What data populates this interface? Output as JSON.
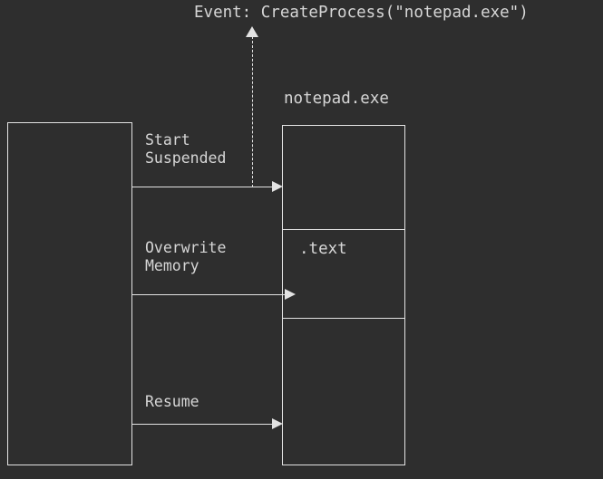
{
  "diagram": {
    "background_color": "#2e2e2e",
    "stroke_color": "#e3e3e3",
    "text_color": "#d6d6d6",
    "event_banner": {
      "text": "Event: CreateProcess(\"notepad.exe\")"
    },
    "host_process": {
      "label": ""
    },
    "target_process": {
      "title": "notepad.exe",
      "sections": [
        {
          "label": ""
        },
        {
          "label": ".text"
        },
        {
          "label": ""
        }
      ]
    },
    "transitions": [
      {
        "label": "Start\nSuspended",
        "line1": "Start",
        "line2": "Suspended"
      },
      {
        "label": "Overwrite\nMemory",
        "line1": "Overwrite",
        "line2": "Memory"
      },
      {
        "label": "Resume",
        "line1": "Resume",
        "line2": ""
      }
    ],
    "labels": {
      "start_suspended": "Start\nSuspended",
      "overwrite_memory": "Overwrite\nMemory",
      "resume": "Resume"
    }
  }
}
